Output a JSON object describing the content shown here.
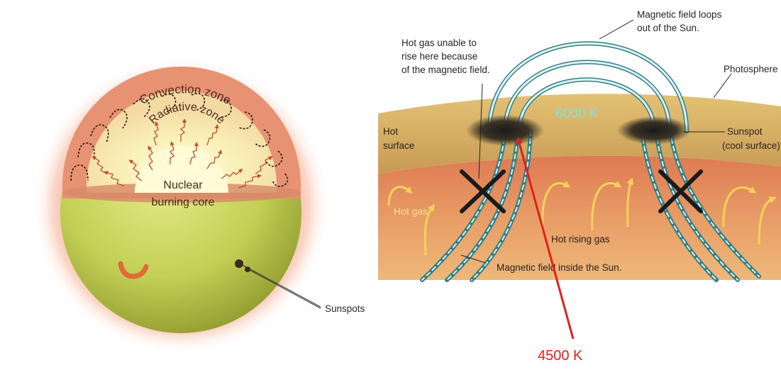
{
  "left_diagram": {
    "convection_zone": "Convection zone",
    "radiative_zone": "Radiative zone",
    "core_line1": "Nuclear",
    "core_line2": "burning core",
    "sunspots": "Sunspots"
  },
  "right_diagram": {
    "loops_line1": "Magnetic field loops",
    "loops_line2": "out of the Sun.",
    "hot_gas_line1": "Hot gas unable to",
    "hot_gas_line2": "rise here because",
    "hot_gas_line3": "of the magnetic field.",
    "photosphere": "Photosphere",
    "temp_surface": "6000 K",
    "hot_surface_line1": "Hot",
    "hot_surface_line2": "surface",
    "sunspot_line1": "Sunspot",
    "sunspot_line2": "(cool surface)",
    "hot_gas": "Hot gas",
    "hot_rising_gas": "Hot rising gas",
    "field_inside": "Magnetic field inside the Sun."
  },
  "annotation": {
    "temp_spot": "4500 K"
  },
  "colors": {
    "annotation_red": "#e0201a",
    "temp_cyan": "#7fe3df",
    "field_teal": "#2f7f86",
    "arrow_yellow": "#f2d35a"
  }
}
